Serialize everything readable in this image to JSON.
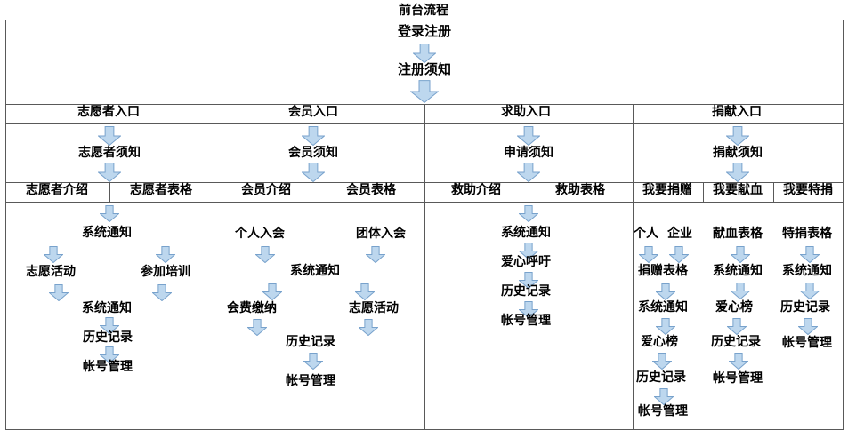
{
  "title": "前台流程",
  "colors": {
    "arrow_fill": "#BDD7EE",
    "arrow_stroke": "#78A2CC",
    "grid_line": "#595959"
  },
  "top": {
    "login": "登录注册",
    "register_notice": "注册须知"
  },
  "entrances": [
    "志愿者入口",
    "会员入口",
    "求助入口",
    "捐献入口"
  ],
  "notices": [
    "志愿者须知",
    "会员须知",
    "申请须知",
    "捐献须知"
  ],
  "tabs": {
    "volunteer": [
      "志愿者介绍",
      "志愿者表格"
    ],
    "member": [
      "会员介绍",
      "会员表格"
    ],
    "help": [
      "救助介绍",
      "救助表格"
    ],
    "donation": [
      "我要捐赠",
      "我要献血",
      "我要特捐"
    ]
  },
  "flows": {
    "volunteer": [
      "系统通知",
      "志愿活动",
      "参加培训",
      "系统通知",
      "历史记录",
      "帐号管理"
    ],
    "member": [
      "个人入会",
      "团体入会",
      "系统通知",
      "会费缴纳",
      "志愿活动",
      "历史记录",
      "帐号管理"
    ],
    "help": [
      "系统通知",
      "爱心呼吁",
      "历史记录",
      "帐号管理"
    ],
    "donate": [
      "个人",
      "企业",
      "捐赠表格",
      "系统通知",
      "爱心榜",
      "历史记录",
      "帐号管理"
    ],
    "blood": [
      "献血表格",
      "系统通知",
      "爱心榜",
      "历史记录",
      "帐号管理"
    ],
    "special": [
      "特捐表格",
      "系统通知",
      "历史记录",
      "帐号管理"
    ]
  }
}
